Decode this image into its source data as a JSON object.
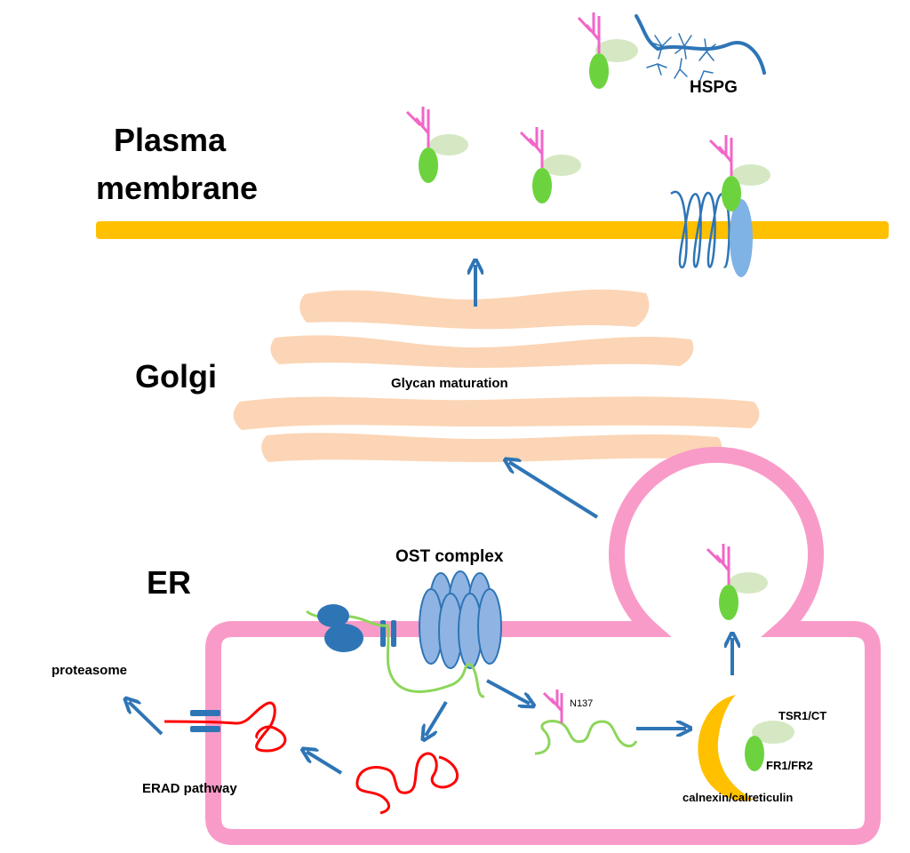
{
  "labels": {
    "plasma_line1": "Plasma",
    "plasma_line2": "membrane",
    "golgi": "Golgi",
    "er": "ER",
    "hspg": "HSPG",
    "glycan_maturation": "Glycan maturation",
    "ost_complex": "OST complex",
    "proteasome": "proteasome",
    "erad_pathway": "ERAD pathway",
    "n137": "N137",
    "tsr1_ct": "TSR1/CT",
    "fr1_fr2": "FR1/FR2",
    "calnexin": "calnexin/calreticulin"
  },
  "colors": {
    "membrane": "#FFC000",
    "er_membrane": "#F99BC8",
    "golgi": "#FBD5B5",
    "arrow": "#2E75B6",
    "glycan": "#F266C8",
    "domain_green": "#6CD33E",
    "domain_pale": "#D5E8C3",
    "ost_blue": "#8FB4E3",
    "ribosome": "#2E75B6",
    "misfolded": "#FF0000",
    "nascent": "#8DD65B",
    "calnexin": "#FFC000",
    "hspg_chain": "#2E75B6",
    "receptor": "#7FB2E5"
  }
}
